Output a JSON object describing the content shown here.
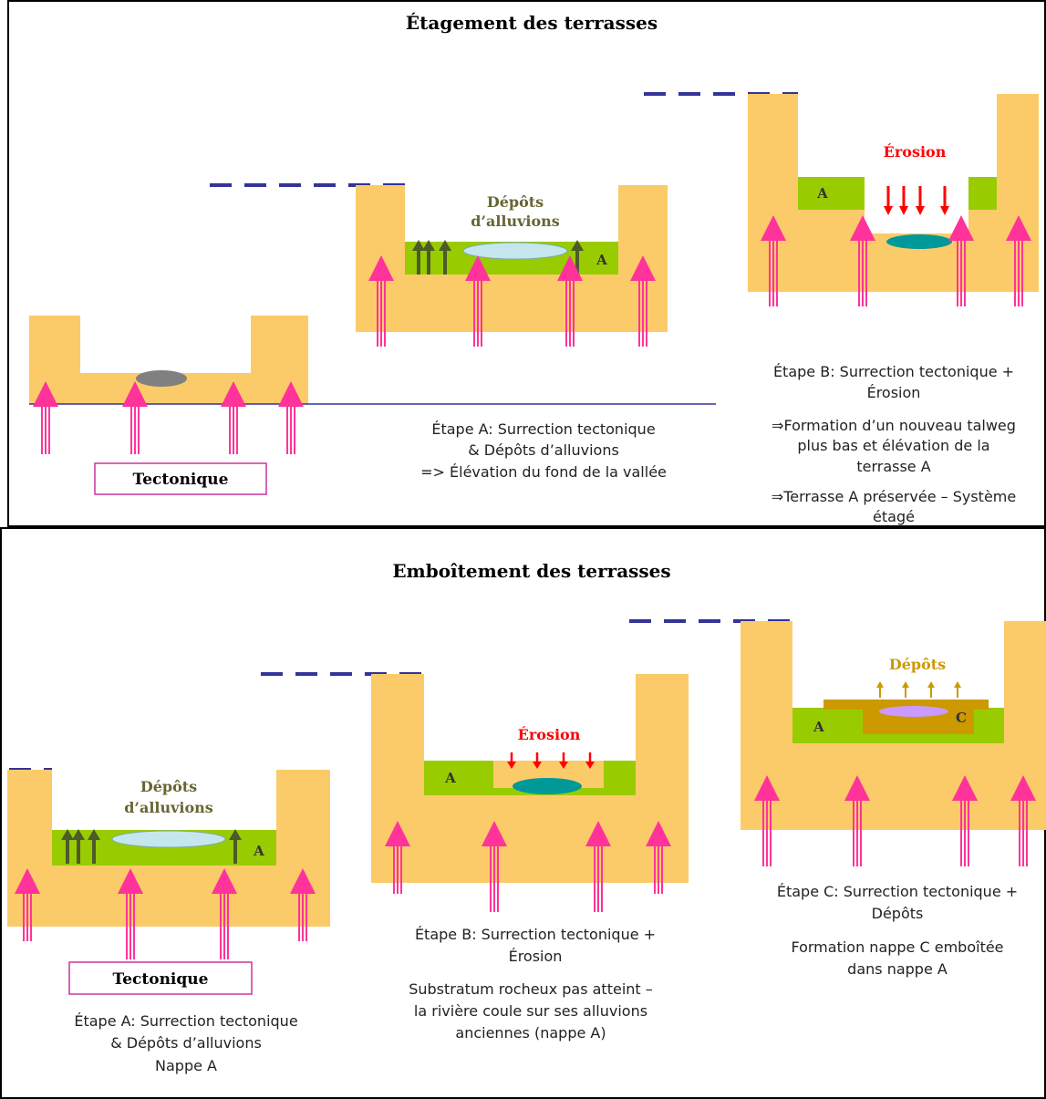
{
  "colors": {
    "rock": "#fbcb6a",
    "alluvium": "#99cc00",
    "alluvium_c": "#cc9900",
    "water_light": "#c6e6ee",
    "water_dark": "#009999",
    "water_purple": "#cc99ff",
    "water_grey": "#808080",
    "uplift_arrow": "#ff3399",
    "erosion_arrow": "#ff0000",
    "depot_arrow": "#cc9900",
    "deposit_arrow": "#4d5a2a",
    "dash_line": "#333399",
    "base_line": "#333399",
    "tect_box_border": "#cc3399"
  },
  "top": {
    "title": "Étagement des terrasses",
    "deposit_label_1": "Dépôts",
    "deposit_label_2": "d’alluvions",
    "erosion_label": "Érosion",
    "letter_a": "A",
    "tectonique": "Tectonique",
    "step_a": [
      "Étape A: Surrection tectonique",
      "& Dépôts d’alluvions",
      "=> Élévation du fond de la vallée"
    ],
    "step_b": [
      "Étape B: Surrection tectonique +",
      "Érosion"
    ],
    "step_b_note1": [
      "⇒Formation d’un nouveau talweg",
      "plus bas et élévation de la",
      "terrasse A"
    ],
    "step_b_note2": [
      "⇒Terrasse A préservée – Système",
      "étagé"
    ]
  },
  "bottom": {
    "title": "Emboîtement des terrasses",
    "deposit_label_1": "Dépôts",
    "deposit_label_2": "d’alluvions",
    "erosion_label": "Érosion",
    "depots_label": "Dépôts",
    "letter_a": "A",
    "letter_c": "C",
    "tectonique": "Tectonique",
    "step_a": [
      "Étape A: Surrection tectonique",
      "& Dépôts d’alluvions",
      "Nappe A"
    ],
    "step_b": [
      "Étape B: Surrection tectonique +",
      "Érosion"
    ],
    "step_b_note": [
      "Substratum rocheux pas atteint –",
      "la rivière coule sur ses alluvions",
      "anciennes (nappe A)"
    ],
    "step_c": [
      "Étape C: Surrection tectonique +",
      "Dépôts"
    ],
    "step_c_note": [
      "Formation nappe C emboîtée",
      "dans nappe A"
    ]
  }
}
